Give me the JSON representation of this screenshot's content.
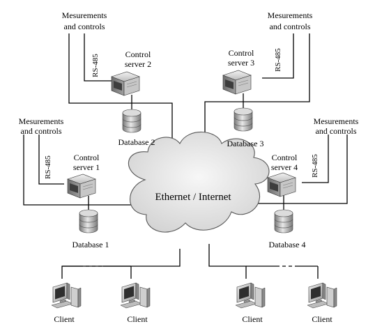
{
  "network": {
    "label": "Ethernet / Internet"
  },
  "sites": [
    {
      "measurements": "Mesurements",
      "controls": "and controls",
      "bus": "RS-485",
      "server": [
        "Control",
        "server 1"
      ],
      "database": "Database 1"
    },
    {
      "measurements": "Mesurements",
      "controls": "and controls",
      "bus": "RS-485",
      "server": [
        "Control",
        "server 2"
      ],
      "database": "Database 2"
    },
    {
      "measurements": "Mesurements",
      "controls": "and controls",
      "bus": "RS-485",
      "server": [
        "Control",
        "server 3"
      ],
      "database": "Database 3"
    },
    {
      "measurements": "Mesurements",
      "controls": "and controls",
      "bus": "RS-485",
      "server": [
        "Control",
        "server 4"
      ],
      "database": "Database 4"
    }
  ],
  "clients": [
    "Client",
    "Client",
    "Client",
    "Client"
  ]
}
